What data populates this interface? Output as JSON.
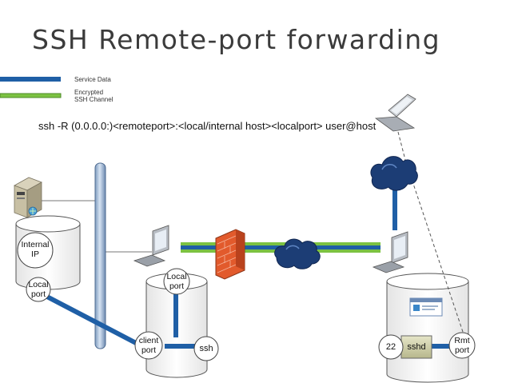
{
  "title": "SSH Remote-port forwarding",
  "legend": {
    "service_data": "Service Data",
    "encrypted_line1": "Encrypted",
    "encrypted_line2": "SSH Channel",
    "service_color": "#1f5fa6",
    "encrypted_color": "#7cc242"
  },
  "command": "ssh -R (0.0.0.0:)<remoteport>:<local/internal host><localport> user@host",
  "labels": {
    "internal_ip_line1": "Internal",
    "internal_ip_line2": "IP",
    "local_port_left_line1": "Local",
    "local_port_left_line2": "port",
    "local_port_mid_line1": "Local",
    "local_port_mid_line2": "port",
    "client_port_line1": "client",
    "client_port_line2": "port",
    "ssh": "ssh",
    "port_22": "22",
    "sshd": "sshd",
    "rmt_port_line1": "Rmt",
    "rmt_port_line2": "port"
  },
  "icons": [
    "server-icon",
    "desktop-computer-icon",
    "firewall-icon",
    "cloud-icon",
    "laptop-icon",
    "browser-window-icon"
  ]
}
